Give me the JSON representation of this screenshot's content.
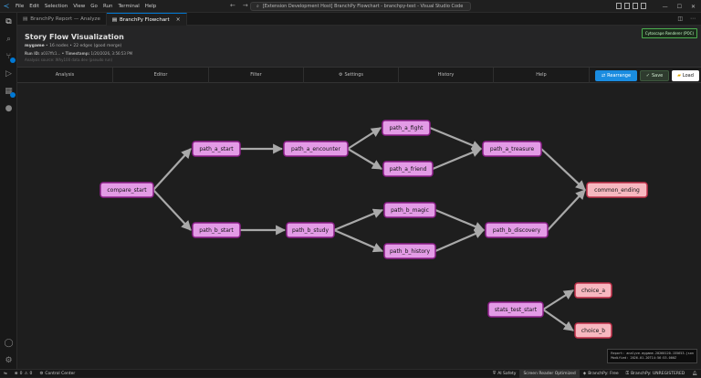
{
  "menu": [
    "File",
    "Edit",
    "Selection",
    "View",
    "Go",
    "Run",
    "Terminal",
    "Help"
  ],
  "command_center": "[Extension Development Host] BranchPy Flowchart - branchpy-test - Visual Studio Code",
  "tabs": [
    {
      "label": "BranchPy Report — Analyze"
    },
    {
      "label": "BranchPy Flowchart",
      "close": "×"
    }
  ],
  "header": {
    "title": "Story Flow Visualization",
    "project": "mygame",
    "stats": " • 16 nodes • 22 edges (good merge)",
    "run_id_label": "Run ID:",
    "run_id": "a037ffc1...",
    "timestamp_label": " • Timestamp:",
    "timestamp": "1/20/2026, 3:56:53 PM",
    "faint": "Analysis source: Why100 data.dev (pseudo run)",
    "renderer": "Cytoscape Renderer (POC)"
  },
  "toolbar": {
    "tabs": [
      "Analysis",
      "Editor",
      "Filter",
      "Settings",
      "History",
      "Help"
    ],
    "rearrange": "Rearrange",
    "save": "Save",
    "load": "Load"
  },
  "graph": {
    "nodes": [
      {
        "id": "compare_start",
        "label": "compare_start"
      },
      {
        "id": "path_a_start",
        "label": "path_a_start"
      },
      {
        "id": "path_a_encounter",
        "label": "path_a_encounter"
      },
      {
        "id": "path_a_fight",
        "label": "path_a_fight"
      },
      {
        "id": "path_a_friend",
        "label": "path_a_friend"
      },
      {
        "id": "path_a_treasure",
        "label": "path_a_treasure"
      },
      {
        "id": "common_ending",
        "label": "common_ending"
      },
      {
        "id": "path_b_start",
        "label": "path_b_start"
      },
      {
        "id": "path_b_study",
        "label": "path_b_study"
      },
      {
        "id": "path_b_magic",
        "label": "path_b_magic"
      },
      {
        "id": "path_b_history",
        "label": "path_b_history"
      },
      {
        "id": "path_b_discovery",
        "label": "path_b_discovery"
      },
      {
        "id": "stats_test_start",
        "label": "stats_test_start"
      },
      {
        "id": "choice_a",
        "label": "choice_a"
      },
      {
        "id": "choice_b",
        "label": "choice_b"
      }
    ],
    "edges": [
      [
        "compare_start",
        "path_a_start"
      ],
      [
        "compare_start",
        "path_b_start"
      ],
      [
        "path_a_start",
        "path_a_encounter"
      ],
      [
        "path_a_encounter",
        "path_a_fight"
      ],
      [
        "path_a_encounter",
        "path_a_friend"
      ],
      [
        "path_a_fight",
        "path_a_treasure"
      ],
      [
        "path_a_friend",
        "path_a_treasure"
      ],
      [
        "path_a_treasure",
        "common_ending"
      ],
      [
        "path_b_start",
        "path_b_study"
      ],
      [
        "path_b_study",
        "path_b_magic"
      ],
      [
        "path_b_study",
        "path_b_history"
      ],
      [
        "path_b_magic",
        "path_b_discovery"
      ],
      [
        "path_b_history",
        "path_b_discovery"
      ],
      [
        "path_b_discovery",
        "common_ending"
      ],
      [
        "stats_test_start",
        "choice_a"
      ],
      [
        "stats_test_start",
        "choice_b"
      ]
    ],
    "colors": {
      "node_fill": "#e39be6",
      "node_stroke": "#8d1f8a",
      "ending_fill": "#f7b8c0",
      "ending_stroke": "#c0304a",
      "edge": "#a9a9a9"
    }
  },
  "report_box": {
    "line1": "Report: analyze-mygame-20260120-155653.json",
    "line2": "Modified: 2026-01-20T14:56:53.000Z"
  },
  "status": {
    "errors": "0",
    "warnings": "0",
    "control_center": "Control Center",
    "ai_safety": "AI Safety",
    "screen_reader": "Screen Reader Optimized",
    "branchpy_free": "BranchPy: Free",
    "branchpy_unreg": "BranchPy: UNREGISTERED"
  }
}
